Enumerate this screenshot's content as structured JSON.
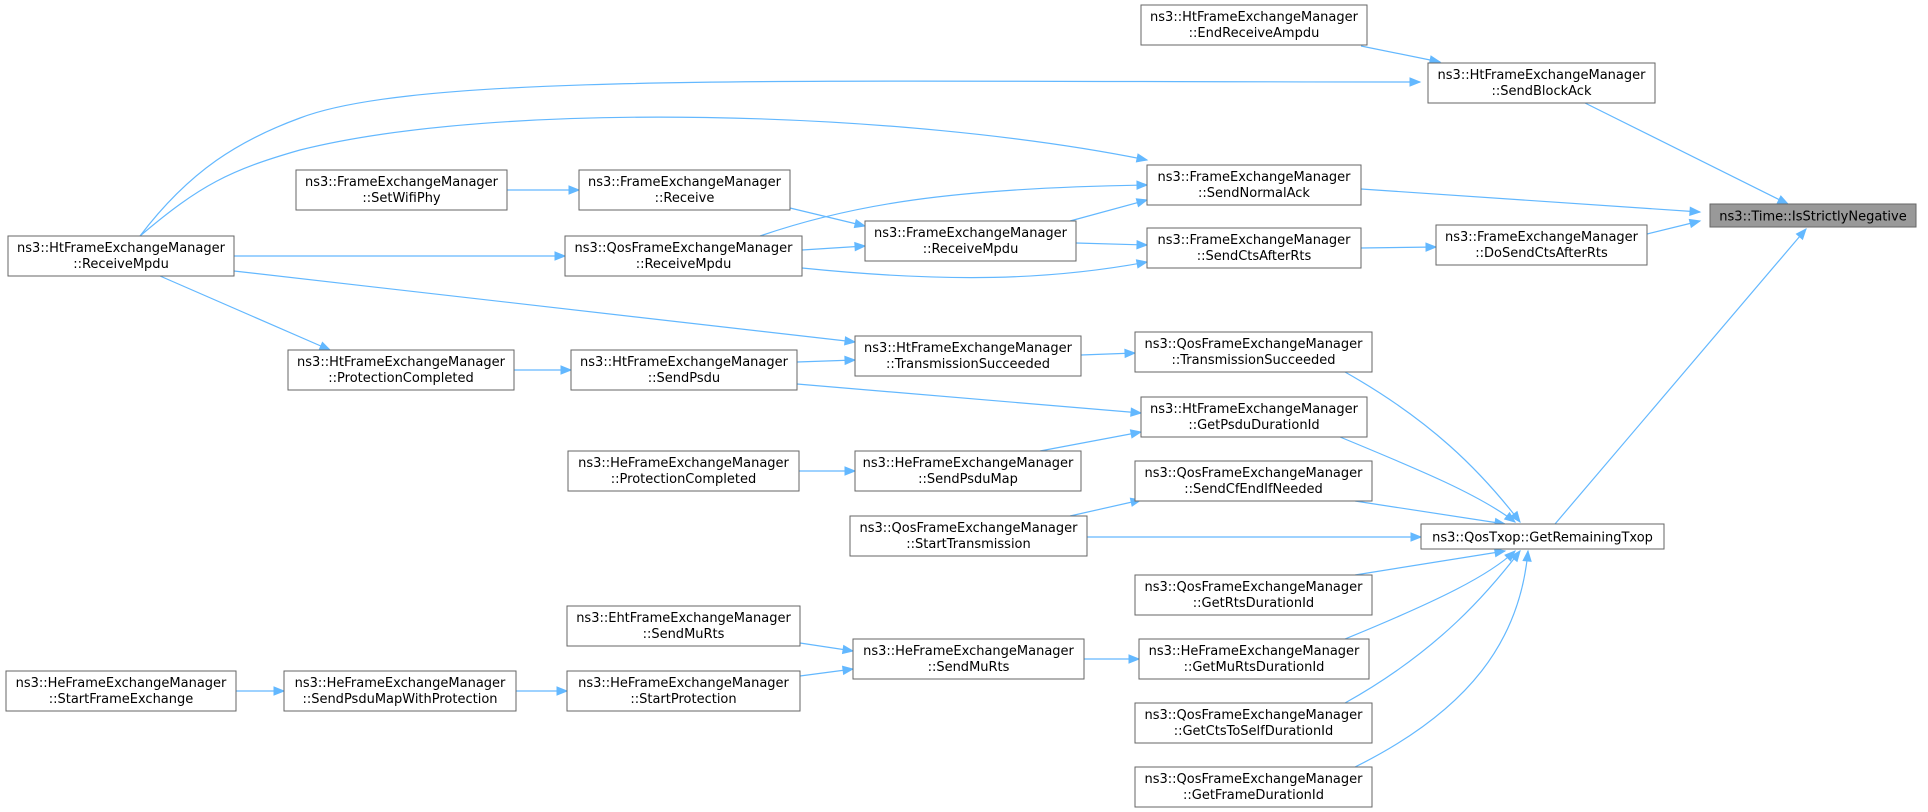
{
  "graph": {
    "type": "doxygen-caller-graph",
    "root": "n_root",
    "nodes": [
      {
        "id": "n_root",
        "line1": "ns3::Time::IsStrictlyNegative",
        "line2": "",
        "root": true
      },
      {
        "id": "n_sendBlockAck",
        "line1": "ns3::HtFrameExchangeManager",
        "line2": "::SendBlockAck"
      },
      {
        "id": "n_endReceiveAmpdu",
        "line1": "ns3::HtFrameExchangeManager",
        "line2": "::EndReceiveAmpdu"
      },
      {
        "id": "n_sendNormalAck",
        "line1": "ns3::FrameExchangeManager",
        "line2": "::SendNormalAck"
      },
      {
        "id": "n_doSendCts",
        "line1": "ns3::FrameExchangeManager",
        "line2": "::DoSendCtsAfterRts"
      },
      {
        "id": "n_sendCtsAfterRts",
        "line1": "ns3::FrameExchangeManager",
        "line2": "::SendCtsAfterRts"
      },
      {
        "id": "n_getRemainingTxop",
        "line1": "ns3::QosTxop::GetRemainingTxop",
        "line2": ""
      },
      {
        "id": "n_htReceiveMpdu",
        "line1": "ns3::HtFrameExchangeManager",
        "line2": "::ReceiveMpdu"
      },
      {
        "id": "n_setWifiPhy",
        "line1": "ns3::FrameExchangeManager",
        "line2": "::SetWifiPhy"
      },
      {
        "id": "n_receive",
        "line1": "ns3::FrameExchangeManager",
        "line2": "::Receive"
      },
      {
        "id": "n_qosReceiveMpdu",
        "line1": "ns3::QosFrameExchangeManager",
        "line2": "::ReceiveMpdu"
      },
      {
        "id": "n_femReceiveMpdu",
        "line1": "ns3::FrameExchangeManager",
        "line2": "::ReceiveMpdu"
      },
      {
        "id": "n_htProtectionCompleted",
        "line1": "ns3::HtFrameExchangeManager",
        "line2": "::ProtectionCompleted"
      },
      {
        "id": "n_htSendPsdu",
        "line1": "ns3::HtFrameExchangeManager",
        "line2": "::SendPsdu"
      },
      {
        "id": "n_htTransSucceeded",
        "line1": "ns3::HtFrameExchangeManager",
        "line2": "::TransmissionSucceeded"
      },
      {
        "id": "n_qosTransSucceeded",
        "line1": "ns3::QosFrameExchangeManager",
        "line2": "::TransmissionSucceeded"
      },
      {
        "id": "n_getPsduDurationId",
        "line1": "ns3::HtFrameExchangeManager",
        "line2": "::GetPsduDurationId"
      },
      {
        "id": "n_heProtectionCompleted",
        "line1": "ns3::HeFrameExchangeManager",
        "line2": "::ProtectionCompleted"
      },
      {
        "id": "n_heSendPsduMap",
        "line1": "ns3::HeFrameExchangeManager",
        "line2": "::SendPsduMap"
      },
      {
        "id": "n_sendCfEndIfNeeded",
        "line1": "ns3::QosFrameExchangeManager",
        "line2": "::SendCfEndIfNeeded"
      },
      {
        "id": "n_startTransmission",
        "line1": "ns3::QosFrameExchangeManager",
        "line2": "::StartTransmission"
      },
      {
        "id": "n_getRtsDurationId",
        "line1": "ns3::QosFrameExchangeManager",
        "line2": "::GetRtsDurationId"
      },
      {
        "id": "n_ehtSendMuRts",
        "line1": "ns3::EhtFrameExchangeManager",
        "line2": "::SendMuRts"
      },
      {
        "id": "n_heSendMuRts",
        "line1": "ns3::HeFrameExchangeManager",
        "line2": "::SendMuRts"
      },
      {
        "id": "n_getMuRtsDurationId",
        "line1": "ns3::HeFrameExchangeManager",
        "line2": "::GetMuRtsDurationId"
      },
      {
        "id": "n_heStartFrameExchange",
        "line1": "ns3::HeFrameExchangeManager",
        "line2": "::StartFrameExchange"
      },
      {
        "id": "n_heSendPsduMapWithProt",
        "line1": "ns3::HeFrameExchangeManager",
        "line2": "::SendPsduMapWithProtection"
      },
      {
        "id": "n_heStartProtection",
        "line1": "ns3::HeFrameExchangeManager",
        "line2": "::StartProtection"
      },
      {
        "id": "n_getCtsToSelfDurationId",
        "line1": "ns3::QosFrameExchangeManager",
        "line2": "::GetCtsToSelfDurationId"
      },
      {
        "id": "n_getFrameDurationId",
        "line1": "ns3::QosFrameExchangeManager",
        "line2": "::GetFrameDurationId"
      }
    ],
    "edges": [
      {
        "from": "n_endReceiveAmpdu",
        "to": "n_sendBlockAck"
      },
      {
        "from": "n_sendBlockAck",
        "to": "n_root"
      },
      {
        "from": "n_sendNormalAck",
        "to": "n_root"
      },
      {
        "from": "n_doSendCts",
        "to": "n_root"
      },
      {
        "from": "n_getRemainingTxop",
        "to": "n_root"
      },
      {
        "from": "n_htReceiveMpdu",
        "to": "n_sendBlockAck"
      },
      {
        "from": "n_htReceiveMpdu",
        "to": "n_sendNormalAck"
      },
      {
        "from": "n_qosReceiveMpdu",
        "to": "n_sendNormalAck"
      },
      {
        "from": "n_femReceiveMpdu",
        "to": "n_sendNormalAck"
      },
      {
        "from": "n_sendCtsAfterRts",
        "to": "n_doSendCts"
      },
      {
        "from": "n_femReceiveMpdu",
        "to": "n_sendCtsAfterRts"
      },
      {
        "from": "n_qosReceiveMpdu",
        "to": "n_sendCtsAfterRts"
      },
      {
        "from": "n_setWifiPhy",
        "to": "n_receive"
      },
      {
        "from": "n_receive",
        "to": "n_femReceiveMpdu"
      },
      {
        "from": "n_qosReceiveMpdu",
        "to": "n_femReceiveMpdu"
      },
      {
        "from": "n_htReceiveMpdu",
        "to": "n_qosReceiveMpdu"
      },
      {
        "from": "n_htReceiveMpdu",
        "to": "n_htTransSucceeded"
      },
      {
        "from": "n_htReceiveMpdu",
        "to": "n_htProtectionCompleted"
      },
      {
        "from": "n_htProtectionCompleted",
        "to": "n_htSendPsdu"
      },
      {
        "from": "n_htSendPsdu",
        "to": "n_htTransSucceeded"
      },
      {
        "from": "n_htTransSucceeded",
        "to": "n_qosTransSucceeded"
      },
      {
        "from": "n_htSendPsdu",
        "to": "n_getPsduDurationId"
      },
      {
        "from": "n_heSendPsduMap",
        "to": "n_getPsduDurationId"
      },
      {
        "from": "n_heProtectionCompleted",
        "to": "n_heSendPsduMap"
      },
      {
        "from": "n_startTransmission",
        "to": "n_sendCfEndIfNeeded"
      },
      {
        "from": "n_qosTransSucceeded",
        "to": "n_getRemainingTxop"
      },
      {
        "from": "n_getPsduDurationId",
        "to": "n_getRemainingTxop"
      },
      {
        "from": "n_sendCfEndIfNeeded",
        "to": "n_getRemainingTxop"
      },
      {
        "from": "n_startTransmission",
        "to": "n_getRemainingTxop"
      },
      {
        "from": "n_getRtsDurationId",
        "to": "n_getRemainingTxop"
      },
      {
        "from": "n_getMuRtsDurationId",
        "to": "n_getRemainingTxop"
      },
      {
        "from": "n_getCtsToSelfDurationId",
        "to": "n_getRemainingTxop"
      },
      {
        "from": "n_getFrameDurationId",
        "to": "n_getRemainingTxop"
      },
      {
        "from": "n_ehtSendMuRts",
        "to": "n_heSendMuRts"
      },
      {
        "from": "n_heStartProtection",
        "to": "n_heSendMuRts"
      },
      {
        "from": "n_heSendMuRts",
        "to": "n_getMuRtsDurationId"
      },
      {
        "from": "n_heStartFrameExchange",
        "to": "n_heSendPsduMapWithProt"
      },
      {
        "from": "n_heSendPsduMapWithProt",
        "to": "n_heStartProtection"
      }
    ],
    "colors": {
      "edge": "#63b8ff",
      "node_border": "#666666",
      "root_fill": "#999999",
      "node_fill": "#ffffff"
    }
  }
}
